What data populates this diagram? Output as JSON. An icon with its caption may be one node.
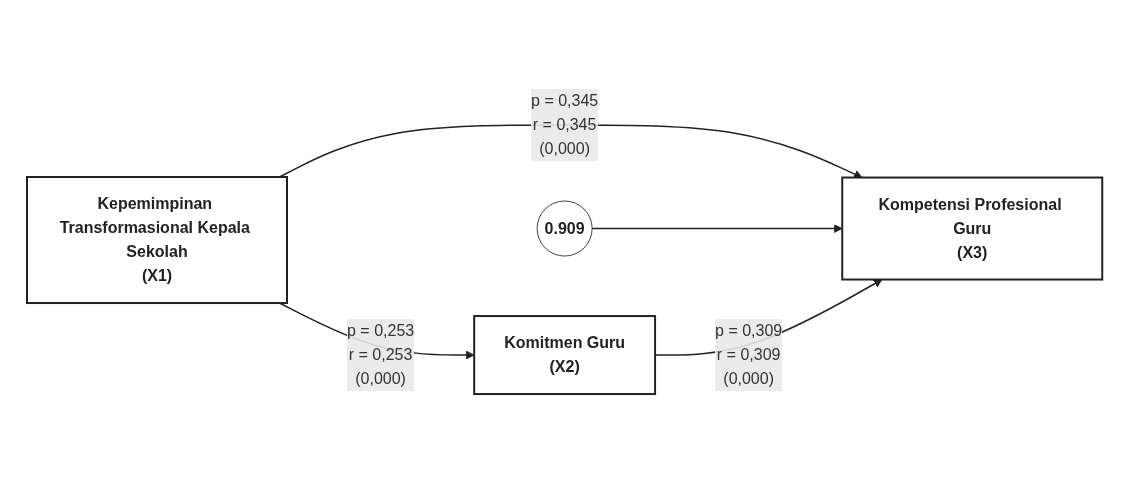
{
  "diagram": {
    "nodes": [
      {
        "text": [
          "Kepemimpinan Transformasional Kepala Sekolah",
          "(X1)"
        ]
      },
      {
        "text": [
          "0.909"
        ]
      },
      {
        "text": [
          "Kompetensi Profesional Guru",
          "(X3)"
        ]
      },
      {
        "text": [
          "Komitmen Guru",
          "(X2)"
        ]
      }
    ],
    "edges": [
      {
        "from": 0,
        "to": 2,
        "arrow": "to",
        "label": "p = 0,345 r = 0,345 (0,000)"
      },
      {
        "from": 1,
        "to": 2,
        "arrow": "to"
      },
      {
        "from": 0,
        "to": 3,
        "arrow": "to",
        "label": "p = 0,253 r = 0,253 (0,000)"
      },
      {
        "from": 3,
        "to": 2,
        "arrow": "to",
        "label": "p = 0,309 r = 0,309 (0,000)"
      }
    ]
  }
}
